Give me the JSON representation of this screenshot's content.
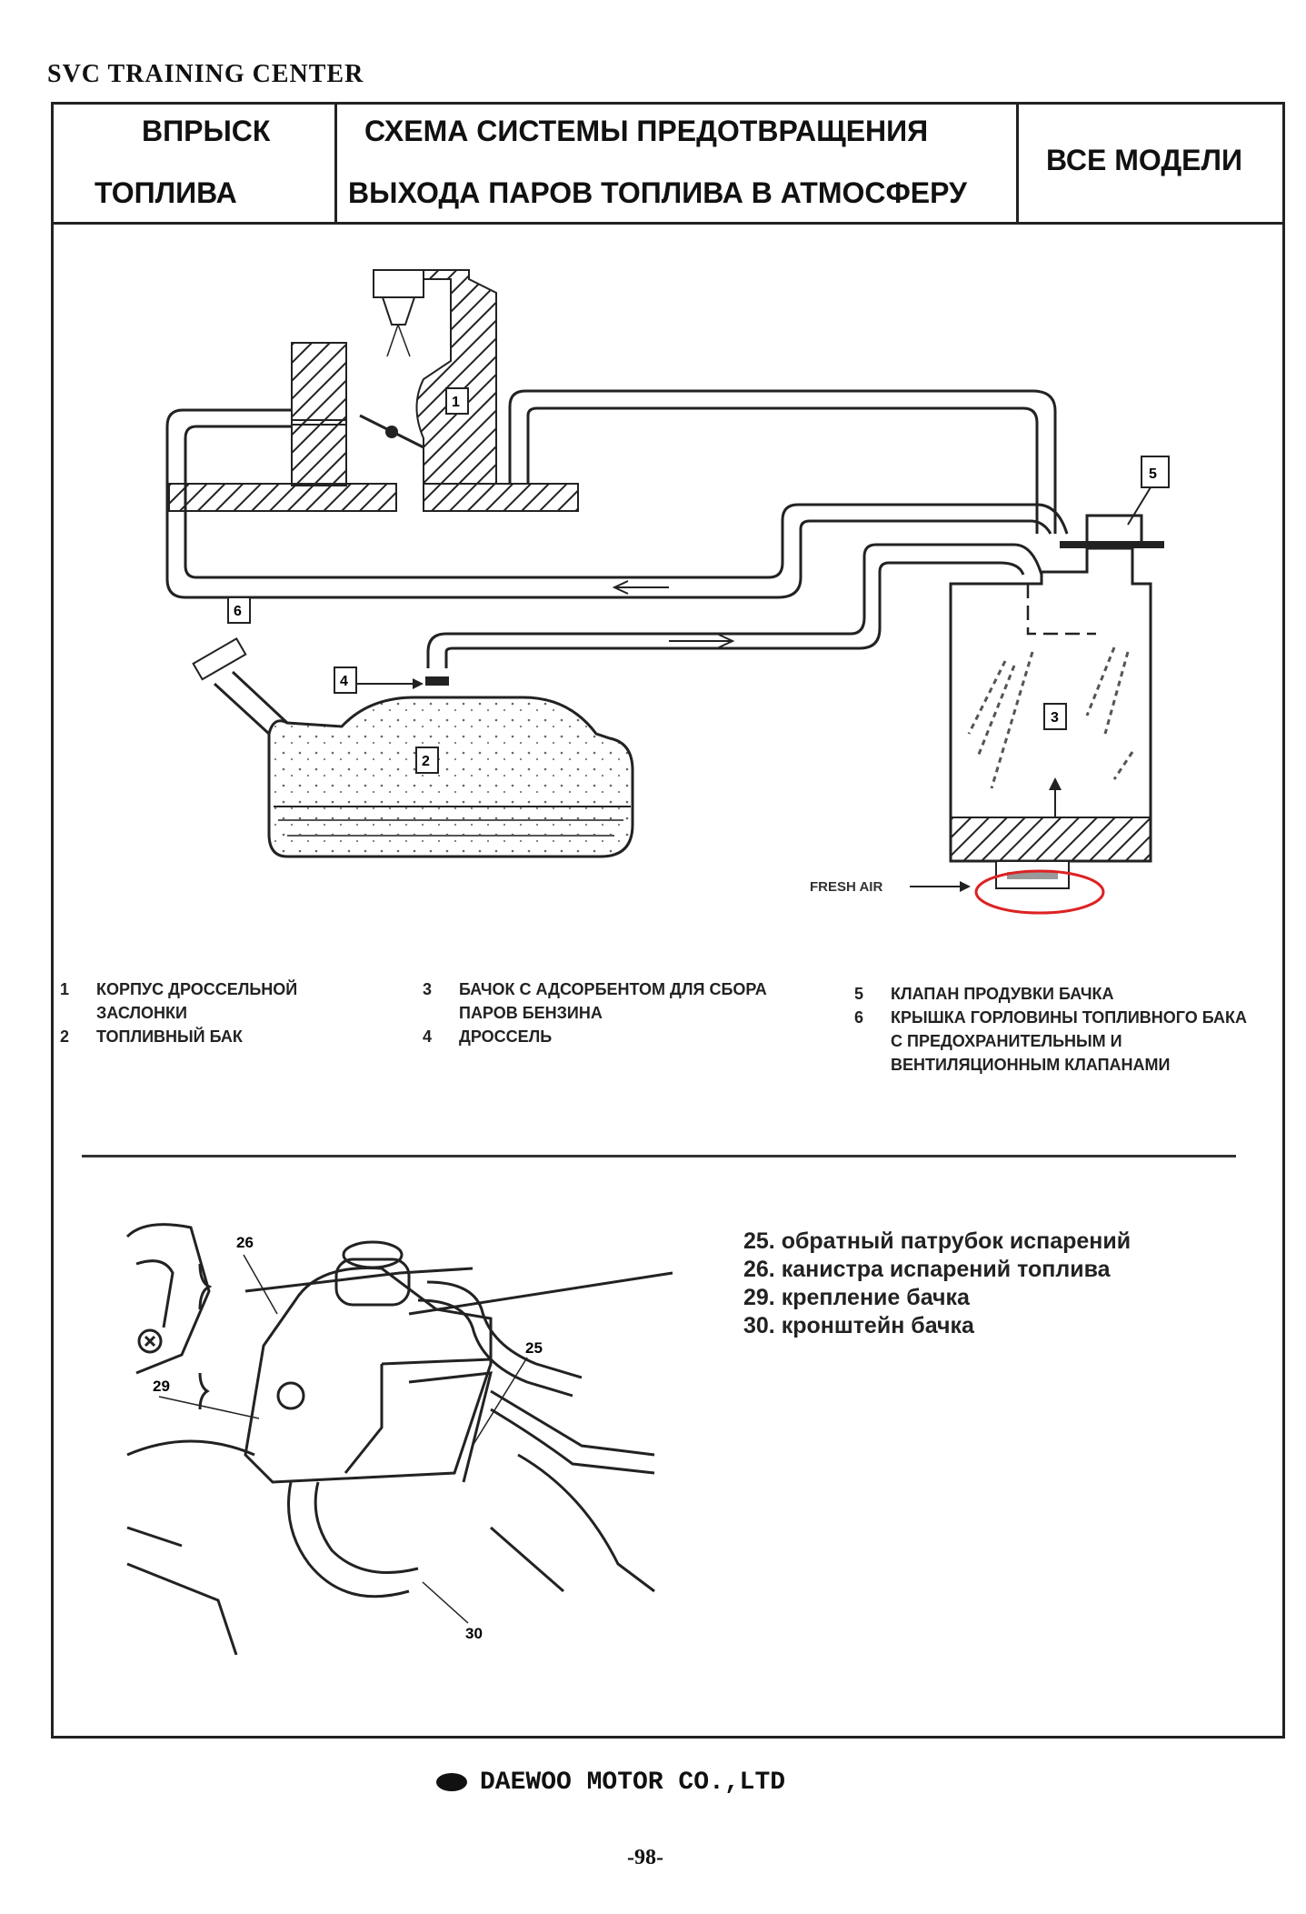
{
  "training_center": "SVC TRAINING CENTER",
  "header": {
    "section_line1": "ВПРЫСК",
    "section_line2": "ТОПЛИВА",
    "title_line1": "СХЕМА СИСТЕМЫ ПРЕДОТВРАЩЕНИЯ",
    "title_line2": "ВЫХОДА ПАРОВ ТОПЛИВА В АТМОСФЕРУ",
    "models": "ВСЕ МОДЕЛИ"
  },
  "diagram": {
    "callouts": [
      "1",
      "2",
      "3",
      "4",
      "5",
      "6"
    ],
    "fresh_air_label": "FRESH AIR"
  },
  "legend": [
    {
      "num": "1",
      "text": "КОРПУС ДРОССЕЛЬНОЙ ЗАСЛОНКИ"
    },
    {
      "num": "2",
      "text": "ТОПЛИВНЫЙ БАК"
    },
    {
      "num": "3",
      "text": "БАЧОК С АДСОРБЕНТОМ ДЛЯ СБОРА ПАРОВ БЕНЗИНА"
    },
    {
      "num": "4",
      "text": "ДРОССЕЛЬ"
    },
    {
      "num": "5",
      "text": "КЛАПАН ПРОДУВКИ БАЧКА"
    },
    {
      "num": "6",
      "text": "КРЫШКА ГОРЛОВИНЫ ТОПЛИВНОГО БАКА С ПРЕДОХРАНИТЕЛЬНЫМ И ВЕНТИЛЯЦИОННЫМ КЛАПАНАМИ"
    }
  ],
  "illustration": {
    "labels": [
      "26",
      "29",
      "25",
      "30"
    ]
  },
  "parts": [
    "25. обратный патрубок испарений",
    "26. канистра испарений топлива",
    "29. крепление бачка",
    "30. кронштейн бачка"
  ],
  "footer": {
    "company": "DAEWOO MOTOR CO.,LTD",
    "page": "-98-"
  }
}
